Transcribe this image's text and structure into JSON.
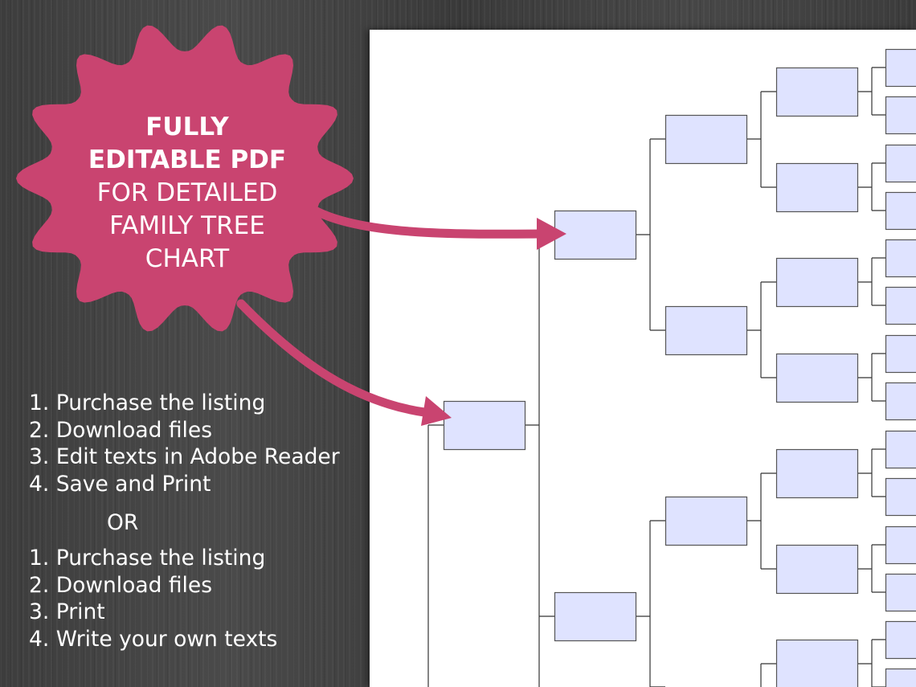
{
  "badge": {
    "color": "#c94470",
    "lines": [
      "FULLY",
      "EDITABLE PDF",
      "FOR DETAILED",
      "FAMILY TREE",
      "CHART"
    ]
  },
  "instructions_a": [
    "1. Purchase the listing",
    "2. Download files",
    "3. Edit texts in Adobe Reader",
    "4. Save and Print"
  ],
  "separator": "OR",
  "instructions_b": [
    "1. Purchase the listing",
    "2. Download files",
    "3. Print",
    "4. Write your own texts"
  ],
  "colors": {
    "background_wood": "#444444",
    "paper": "#ffffff",
    "box_fill": "#dfe3ff",
    "box_stroke": "#555555",
    "arrow": "#c94470"
  },
  "tree": {
    "description_boxes": "empty fillable name boxes",
    "generation_count": 5
  }
}
